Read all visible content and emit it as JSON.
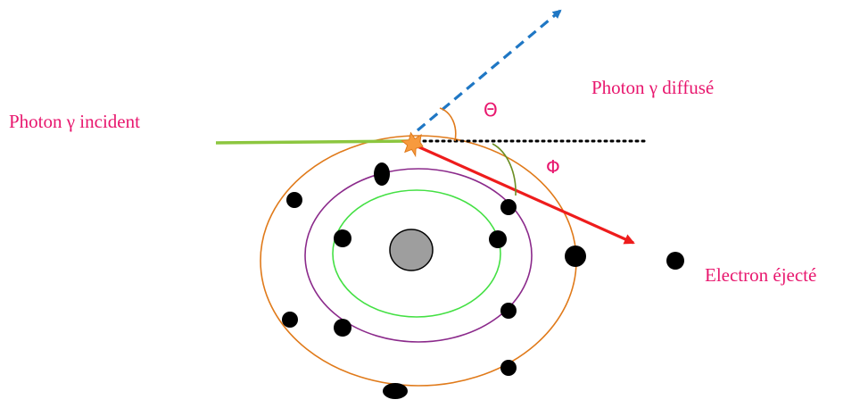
{
  "labels": {
    "incident_photon": "Photon γ incident",
    "scattered_photon": "Photon γ diffusé",
    "ejected_electron": "Electron éjecté",
    "theta": "Θ",
    "phi": "Φ"
  },
  "colors": {
    "label_text": "#e8176e",
    "incident_beam": "#8cc63f",
    "scattered_beam": "#1f77c4",
    "ejected_electron_arrow": "#ee1c1c",
    "nucleus": "#9e9e9e",
    "inner_orbit": "#44e044",
    "middle_orbit": "#8b2a8b",
    "outer_orbit": "#e07a1a",
    "electrons": "#000000",
    "collision_burst": "#f79a3e",
    "angle_arc_theta": "#e07a1a",
    "angle_arc_phi": "#6b8e23"
  },
  "icons": {
    "collision": "starburst-icon",
    "electron": "dot"
  }
}
